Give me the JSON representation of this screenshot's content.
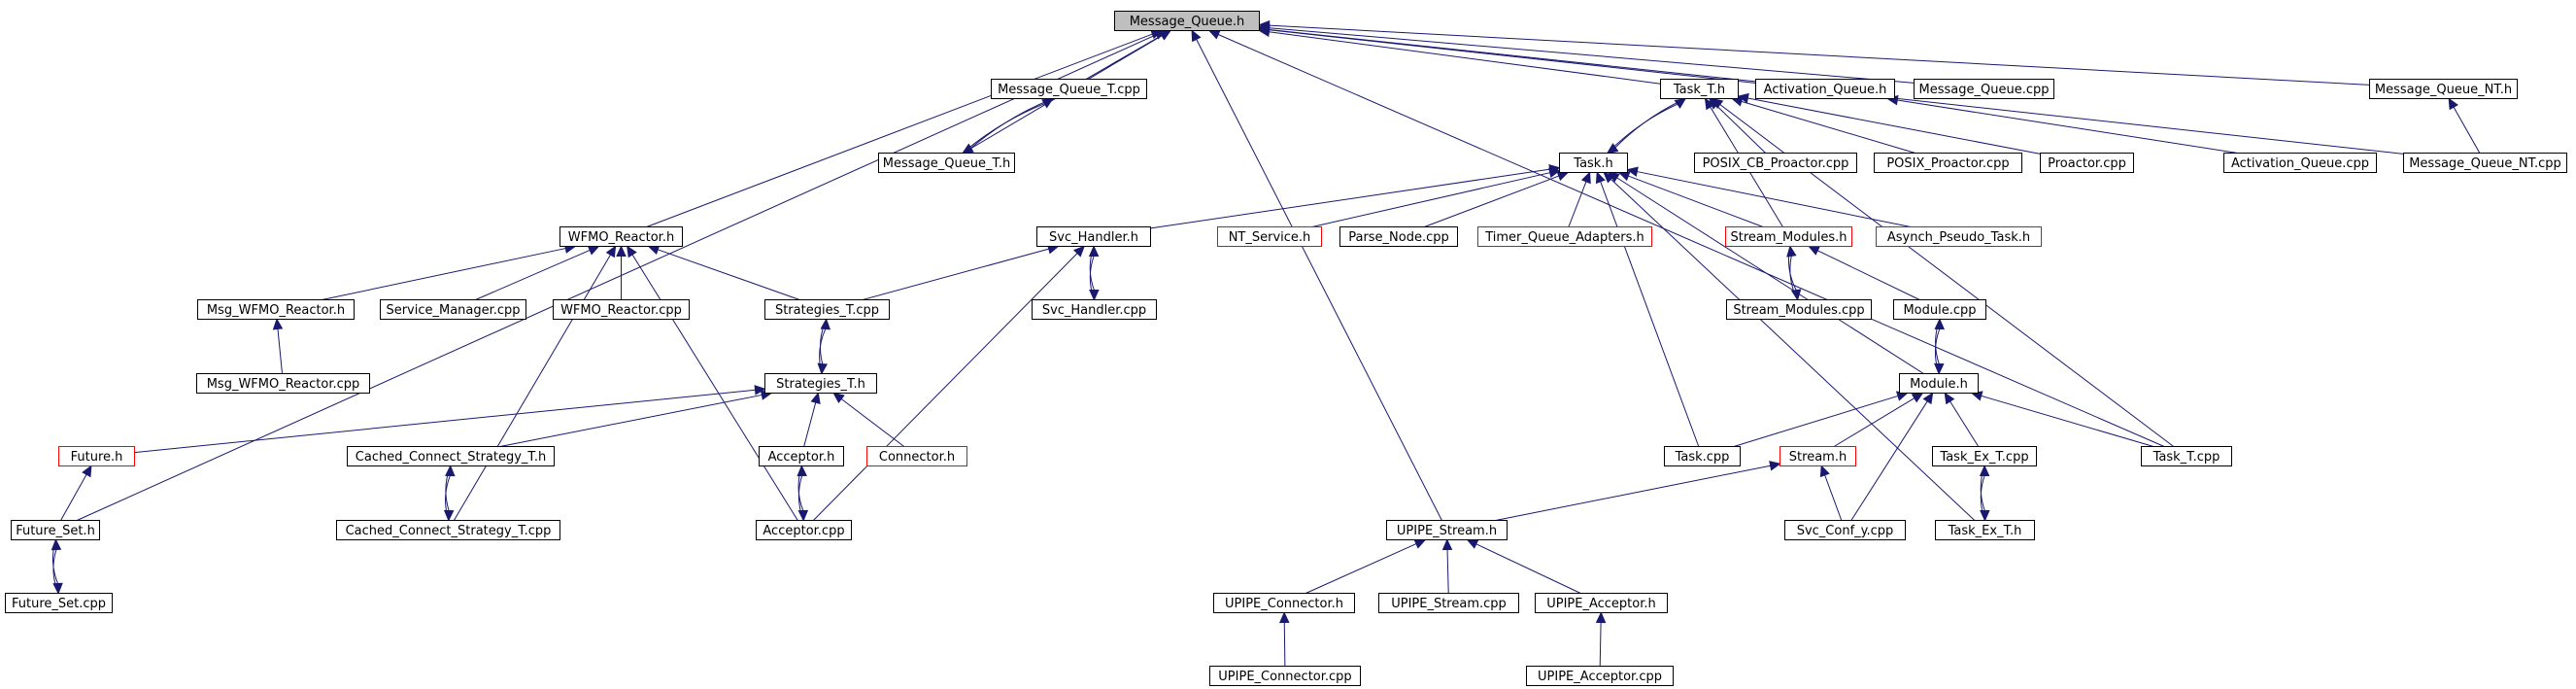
{
  "nodes": [
    {
      "id": "mq_h",
      "label": "Message_Queue.h",
      "style": "root"
    },
    {
      "id": "mq_t_cpp",
      "label": "Message_Queue_T.cpp",
      "style": "normal"
    },
    {
      "id": "mq_t_h",
      "label": "Message_Queue_T.h",
      "style": "normal"
    },
    {
      "id": "task_t_h",
      "label": "Task_T.h",
      "style": "normal"
    },
    {
      "id": "act_q_h",
      "label": "Activation_Queue.h",
      "style": "normal"
    },
    {
      "id": "mq_cpp",
      "label": "Message_Queue.cpp",
      "style": "normal"
    },
    {
      "id": "mq_nt_h",
      "label": "Message_Queue_NT.h",
      "style": "normal"
    },
    {
      "id": "task_h",
      "label": "Task.h",
      "style": "normal"
    },
    {
      "id": "posix_cb",
      "label": "POSIX_CB_Proactor.cpp",
      "style": "normal"
    },
    {
      "id": "posix_pro",
      "label": "POSIX_Proactor.cpp",
      "style": "normal"
    },
    {
      "id": "proactor",
      "label": "Proactor.cpp",
      "style": "normal"
    },
    {
      "id": "act_q_cpp",
      "label": "Activation_Queue.cpp",
      "style": "normal"
    },
    {
      "id": "mq_nt_cpp",
      "label": "Message_Queue_NT.cpp",
      "style": "normal"
    },
    {
      "id": "wfmo_h",
      "label": "WFMO_Reactor.h",
      "style": "normal"
    },
    {
      "id": "svc_h",
      "label": "Svc_Handler.h",
      "style": "normal"
    },
    {
      "id": "nt_service",
      "label": "NT_Service.h",
      "style": "red"
    },
    {
      "id": "parse_node",
      "label": "Parse_Node.cpp",
      "style": "normal"
    },
    {
      "id": "timer_q",
      "label": "Timer_Queue_Adapters.h",
      "style": "red"
    },
    {
      "id": "stream_mod_h",
      "label": "Stream_Modules.h",
      "style": "red"
    },
    {
      "id": "asynch",
      "label": "Asynch_Pseudo_Task.h",
      "style": "red"
    },
    {
      "id": "msg_wfmo_h",
      "label": "Msg_WFMO_Reactor.h",
      "style": "normal"
    },
    {
      "id": "svc_mgr",
      "label": "Service_Manager.cpp",
      "style": "normal"
    },
    {
      "id": "wfmo_cpp",
      "label": "WFMO_Reactor.cpp",
      "style": "normal"
    },
    {
      "id": "strat_t_cpp",
      "label": "Strategies_T.cpp",
      "style": "normal"
    },
    {
      "id": "svc_cpp",
      "label": "Svc_Handler.cpp",
      "style": "normal"
    },
    {
      "id": "stream_mod_cpp",
      "label": "Stream_Modules.cpp",
      "style": "normal"
    },
    {
      "id": "module_cpp",
      "label": "Module.cpp",
      "style": "normal"
    },
    {
      "id": "msg_wfmo_cpp",
      "label": "Msg_WFMO_Reactor.cpp",
      "style": "normal"
    },
    {
      "id": "strat_t_h",
      "label": "Strategies_T.h",
      "style": "normal"
    },
    {
      "id": "module_h",
      "label": "Module.h",
      "style": "normal"
    },
    {
      "id": "future_h",
      "label": "Future.h",
      "style": "red"
    },
    {
      "id": "cached_h",
      "label": "Cached_Connect_Strategy_T.h",
      "style": "normal"
    },
    {
      "id": "acceptor_h",
      "label": "Acceptor.h",
      "style": "normal"
    },
    {
      "id": "connector_h",
      "label": "Connector.h",
      "style": "red"
    },
    {
      "id": "task_cpp",
      "label": "Task.cpp",
      "style": "normal"
    },
    {
      "id": "stream_h",
      "label": "Stream.h",
      "style": "red"
    },
    {
      "id": "task_ex_cpp",
      "label": "Task_Ex_T.cpp",
      "style": "normal"
    },
    {
      "id": "task_t_cpp",
      "label": "Task_T.cpp",
      "style": "normal"
    },
    {
      "id": "future_set_h",
      "label": "Future_Set.h",
      "style": "normal"
    },
    {
      "id": "cached_cpp",
      "label": "Cached_Connect_Strategy_T.cpp",
      "style": "normal"
    },
    {
      "id": "acceptor_cpp",
      "label": "Acceptor.cpp",
      "style": "normal"
    },
    {
      "id": "upipe_stream_h",
      "label": "UPIPE_Stream.h",
      "style": "normal"
    },
    {
      "id": "svc_conf",
      "label": "Svc_Conf_y.cpp",
      "style": "normal"
    },
    {
      "id": "task_ex_h",
      "label": "Task_Ex_T.h",
      "style": "normal"
    },
    {
      "id": "future_set_cpp",
      "label": "Future_Set.cpp",
      "style": "normal"
    },
    {
      "id": "upipe_conn_h",
      "label": "UPIPE_Connector.h",
      "style": "normal"
    },
    {
      "id": "upipe_stream_cpp",
      "label": "UPIPE_Stream.cpp",
      "style": "normal"
    },
    {
      "id": "upipe_acc_h",
      "label": "UPIPE_Acceptor.h",
      "style": "normal"
    },
    {
      "id": "upipe_conn_cpp",
      "label": "UPIPE_Connector.cpp",
      "style": "normal"
    },
    {
      "id": "upipe_acc_cpp",
      "label": "UPIPE_Acceptor.cpp",
      "style": "normal"
    }
  ],
  "edges": [
    [
      "mq_t_cpp",
      "mq_h"
    ],
    [
      "mq_t_h",
      "mq_h"
    ],
    [
      "mq_t_h",
      "mq_t_cpp"
    ],
    [
      "mq_t_cpp",
      "mq_t_h"
    ],
    [
      "task_t_h",
      "mq_h"
    ],
    [
      "act_q_h",
      "mq_h"
    ],
    [
      "mq_cpp",
      "mq_h"
    ],
    [
      "mq_nt_h",
      "mq_h"
    ],
    [
      "mq_nt_cpp",
      "mq_h"
    ],
    [
      "wfmo_h",
      "mq_h"
    ],
    [
      "future_set_h",
      "mq_h"
    ],
    [
      "upipe_stream_h",
      "mq_h"
    ],
    [
      "task_t_cpp",
      "mq_h"
    ],
    [
      "task_h",
      "task_t_h"
    ],
    [
      "task_t_h",
      "task_h"
    ],
    [
      "posix_cb",
      "task_t_h"
    ],
    [
      "posix_pro",
      "task_t_h"
    ],
    [
      "proactor",
      "task_t_h"
    ],
    [
      "act_q_cpp",
      "act_q_h"
    ],
    [
      "mq_nt_cpp",
      "mq_nt_h"
    ],
    [
      "task_t_cpp",
      "task_t_h"
    ],
    [
      "stream_mod_h",
      "task_t_h"
    ],
    [
      "svc_h",
      "task_h"
    ],
    [
      "nt_service",
      "task_h"
    ],
    [
      "parse_node",
      "task_h"
    ],
    [
      "timer_q",
      "task_h"
    ],
    [
      "stream_mod_h",
      "task_h"
    ],
    [
      "asynch",
      "task_h"
    ],
    [
      "module_h",
      "task_h"
    ],
    [
      "task_cpp",
      "task_h"
    ],
    [
      "task_ex_h",
      "task_h"
    ],
    [
      "msg_wfmo_h",
      "wfmo_h"
    ],
    [
      "svc_mgr",
      "wfmo_h"
    ],
    [
      "wfmo_cpp",
      "wfmo_h"
    ],
    [
      "strat_t_cpp",
      "wfmo_h"
    ],
    [
      "cached_cpp",
      "wfmo_h"
    ],
    [
      "acceptor_cpp",
      "wfmo_h"
    ],
    [
      "strat_t_cpp",
      "svc_h"
    ],
    [
      "svc_cpp",
      "svc_h"
    ],
    [
      "svc_h",
      "svc_cpp"
    ],
    [
      "acceptor_cpp",
      "svc_h"
    ],
    [
      "stream_mod_cpp",
      "stream_mod_h"
    ],
    [
      "stream_mod_h",
      "stream_mod_cpp"
    ],
    [
      "module_cpp",
      "stream_mod_h"
    ],
    [
      "module_h",
      "module_cpp"
    ],
    [
      "module_cpp",
      "module_h"
    ],
    [
      "msg_wfmo_cpp",
      "msg_wfmo_h"
    ],
    [
      "strat_t_h",
      "strat_t_cpp"
    ],
    [
      "strat_t_cpp",
      "strat_t_h"
    ],
    [
      "future_h",
      "strat_t_h"
    ],
    [
      "cached_h",
      "strat_t_h"
    ],
    [
      "acceptor_h",
      "strat_t_h"
    ],
    [
      "connector_h",
      "strat_t_h"
    ],
    [
      "task_cpp",
      "module_h"
    ],
    [
      "stream_h",
      "module_h"
    ],
    [
      "task_ex_cpp",
      "module_h"
    ],
    [
      "task_t_cpp",
      "module_h"
    ],
    [
      "svc_conf",
      "module_h"
    ],
    [
      "future_set_h",
      "future_h"
    ],
    [
      "cached_cpp",
      "cached_h"
    ],
    [
      "cached_h",
      "cached_cpp"
    ],
    [
      "acceptor_cpp",
      "acceptor_h"
    ],
    [
      "acceptor_h",
      "acceptor_cpp"
    ],
    [
      "upipe_stream_h",
      "stream_h"
    ],
    [
      "svc_conf",
      "stream_h"
    ],
    [
      "task_ex_h",
      "task_ex_cpp"
    ],
    [
      "task_ex_cpp",
      "task_ex_h"
    ],
    [
      "future_set_cpp",
      "future_set_h"
    ],
    [
      "future_set_h",
      "future_set_cpp"
    ],
    [
      "upipe_conn_h",
      "upipe_stream_h"
    ],
    [
      "upipe_stream_cpp",
      "upipe_stream_h"
    ],
    [
      "upipe_acc_h",
      "upipe_stream_h"
    ],
    [
      "upipe_conn_cpp",
      "upipe_conn_h"
    ],
    [
      "upipe_acc_cpp",
      "upipe_acc_h"
    ]
  ],
  "colors": {
    "edge": "#191970",
    "node_border": "#000000",
    "node_border_red": "#ff0000",
    "root_fill": "#bfbfbf",
    "node_fill": "#ffffff"
  }
}
